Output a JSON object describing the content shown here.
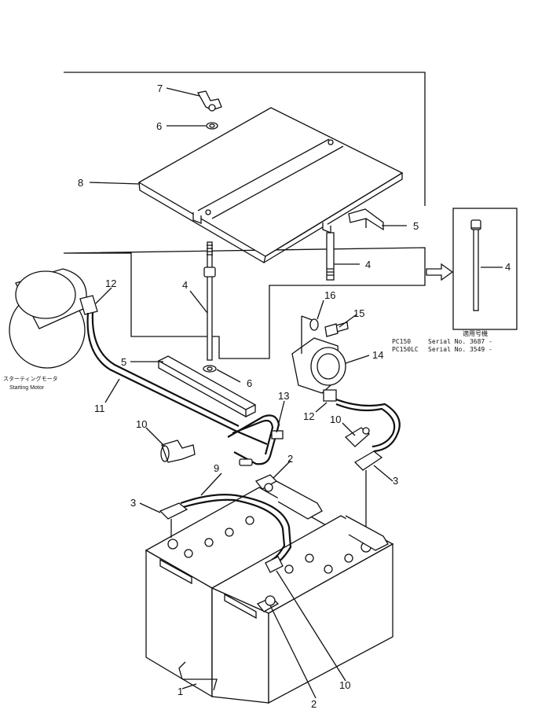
{
  "callouts": {
    "c1": "1",
    "c2a": "2",
    "c2b": "2",
    "c3a": "3",
    "c3b": "3",
    "c4a": "4",
    "c4b": "4",
    "c4c": "4",
    "c5a": "5",
    "c5b": "5",
    "c6a": "6",
    "c6b": "6",
    "c7": "7",
    "c8": "8",
    "c9": "9",
    "c10a": "10",
    "c10b": "10",
    "c10c": "10",
    "c11": "11",
    "c12a": "12",
    "c12b": "12",
    "c13": "13",
    "c14": "14",
    "c15": "15",
    "c16": "16"
  },
  "starting_motor": {
    "label_jp": "スターティングモータ",
    "label_en": "Starting Motor"
  },
  "serial_box": {
    "header_jp": "適用号機",
    "rows": [
      {
        "model": "PC150",
        "serial": "Serial  No.  3687 -"
      },
      {
        "model": "PC150LC",
        "serial": "Serial  No.  3549 -"
      }
    ]
  }
}
